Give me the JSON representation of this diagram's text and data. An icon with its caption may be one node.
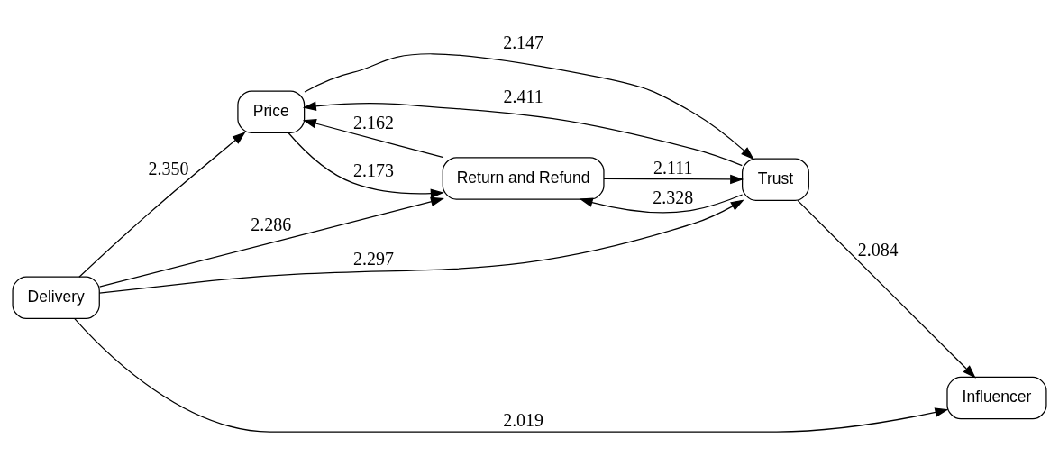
{
  "diagram": {
    "nodes": [
      {
        "text": [
          "Delivery"
        ]
      },
      {
        "text": [
          "Price"
        ]
      },
      {
        "text": [
          "Return and Refund"
        ]
      },
      {
        "text": [
          "Trust"
        ]
      },
      {
        "text": [
          "Influencer"
        ]
      }
    ],
    "edges": [
      {
        "from": 0,
        "to": 2,
        "arrow": "to",
        "label": "2.286"
      },
      {
        "from": 1,
        "to": 2,
        "arrow": "to",
        "label": "2.173"
      },
      {
        "from": 2,
        "to": 1,
        "arrow": "to",
        "label": "2.162"
      },
      {
        "from": 0,
        "to": 1,
        "arrow": "to",
        "label": "2.350"
      },
      {
        "from": 3,
        "to": 1,
        "arrow": "to",
        "label": "2.411"
      },
      {
        "from": 2,
        "to": 3,
        "arrow": "to",
        "label": "2.111"
      },
      {
        "from": 1,
        "to": 3,
        "arrow": "to",
        "label": "2.147"
      },
      {
        "from": 0,
        "to": 3,
        "arrow": "to",
        "label": "2.297"
      },
      {
        "from": 3,
        "to": 2,
        "arrow": "to",
        "label": "2.328"
      },
      {
        "from": 0,
        "to": 4,
        "arrow": "to",
        "label": "2.019"
      },
      {
        "from": 3,
        "to": 4,
        "arrow": "to",
        "label": "2.084"
      }
    ]
  }
}
